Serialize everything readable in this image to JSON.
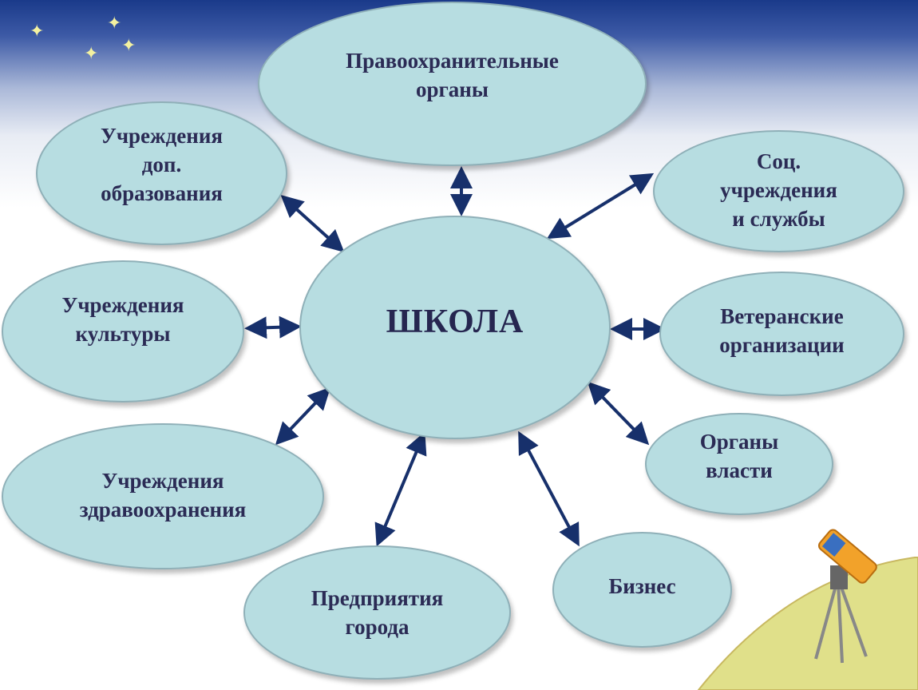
{
  "center": {
    "label": "ШКОЛА"
  },
  "nodes": {
    "law_enforcement": "Правоохранительные\nорганы",
    "extra_education": "Учреждения\nдоп.\nобразования",
    "social_services": "Соц.\nучреждения\nи службы",
    "culture": "Учреждения\nкультуры",
    "veterans": "Ветеранские\nорганизации",
    "healthcare": "Учреждения\nздравоохранения",
    "authorities": "Органы\nвласти",
    "city_enterprises": "Предприятия\nгорода",
    "business": "Бизнес"
  },
  "colors": {
    "node_fill": "#b7dde1",
    "node_border": "#8fb0b8",
    "arrow": "#17306b",
    "text": "#2b2b55",
    "hill": "#e0e08a",
    "star": "#f3f1a0",
    "telescope": "#f2a22a"
  }
}
